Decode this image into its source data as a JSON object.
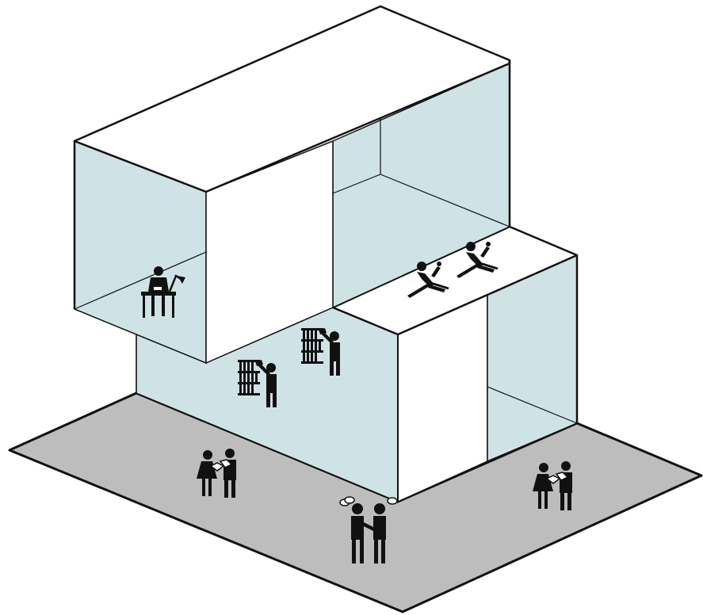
{
  "diagram": {
    "kind": "isometric-building-section",
    "colors": {
      "ground": "#bdbdbd",
      "glass": "#cfe3e6",
      "wall": "#ffffff",
      "line": "#111111",
      "icon": "#111111"
    },
    "activities": [
      {
        "icon": "person-at-desk-icon",
        "zone": "upper-left-room"
      },
      {
        "icon": "person-relaxing-icon",
        "zone": "roof-terrace"
      },
      {
        "icon": "person-relaxing-icon",
        "zone": "roof-terrace"
      },
      {
        "icon": "person-browsing-shelves-icon",
        "zone": "ground-floor-interior"
      },
      {
        "icon": "person-browsing-shelves-icon",
        "zone": "ground-floor-interior"
      },
      {
        "icon": "people-reading-icon",
        "zone": "plaza-left"
      },
      {
        "icon": "people-reading-icon",
        "zone": "plaza-right"
      },
      {
        "icon": "people-talking-icon",
        "zone": "plaza-front"
      }
    ]
  }
}
